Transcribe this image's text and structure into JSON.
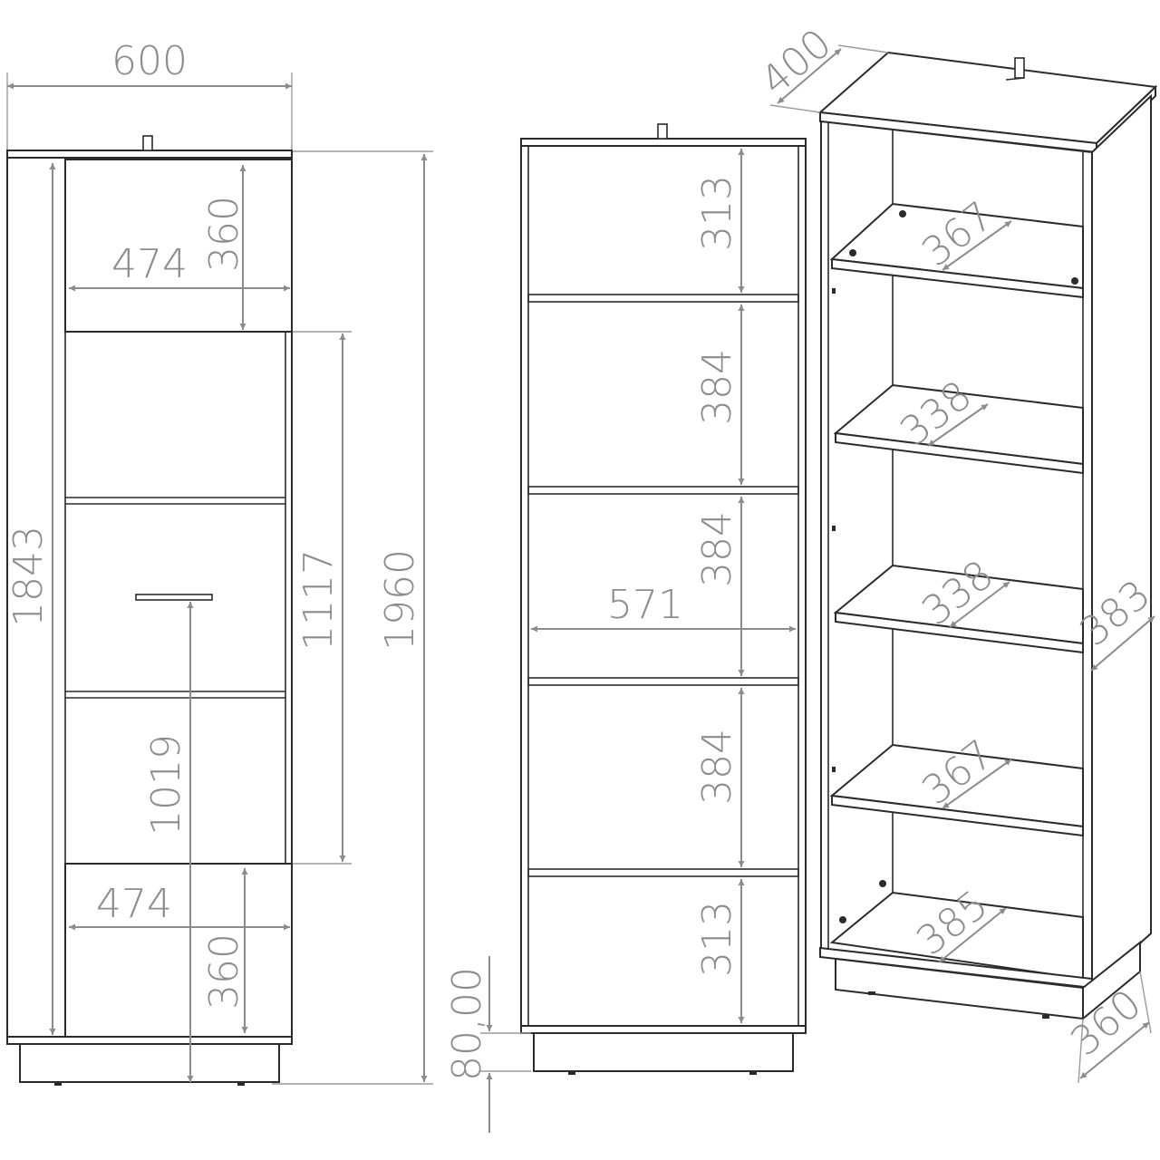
{
  "colors": {
    "line": "#2b2b2b",
    "dimension": "#8c8c8c",
    "background": "#ffffff"
  },
  "front_view": {
    "width": "600",
    "inner_height": "1843",
    "door_section": "1117",
    "total_height": "1960",
    "handle_height": "1019",
    "top_drawer_width": "474",
    "top_drawer_height": "360",
    "bottom_drawer_width": "474",
    "bottom_drawer_height": "360"
  },
  "interior_view": {
    "compartments": [
      "313",
      "384",
      "384",
      "384",
      "313"
    ],
    "inner_width": "571",
    "plinth_height": "80,00"
  },
  "perspective_view": {
    "depth": "400",
    "side_depth": "383",
    "base_depth": "360",
    "shelf_depths": [
      "367",
      "338",
      "338",
      "367",
      "385"
    ]
  }
}
